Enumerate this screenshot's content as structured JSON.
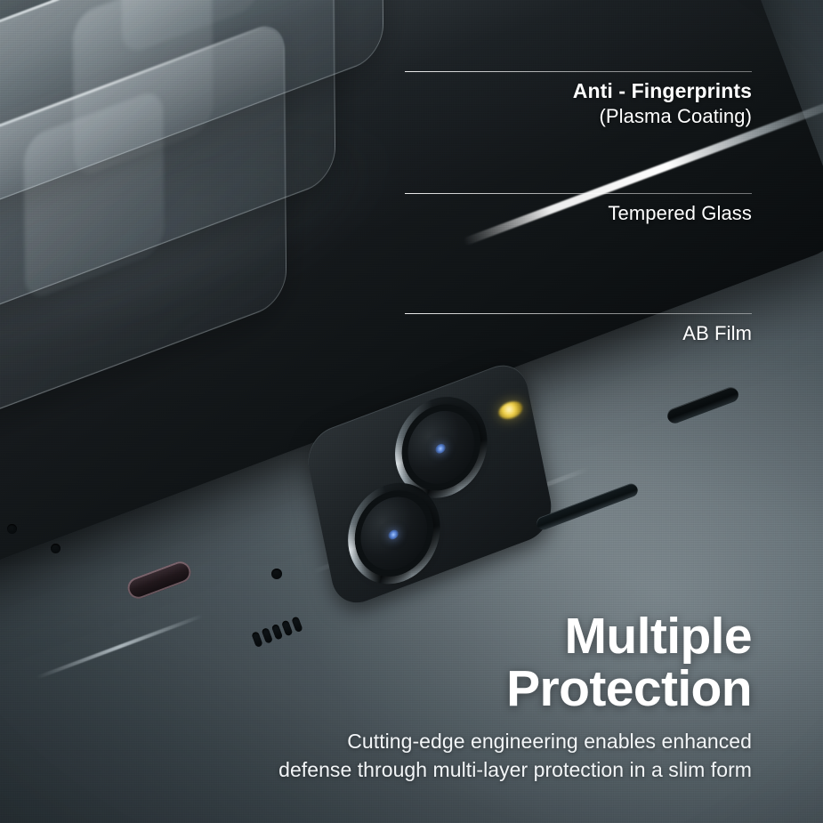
{
  "image": {
    "kind": "product-marketing-graphic",
    "subject": "smartphone screen protector layer diagram"
  },
  "palette": {
    "background_mid": "#5d686e",
    "background_dark": "#303a3e",
    "background_highlight": "#8c979d",
    "phone_body": "#15191c",
    "glass_sheet": "#b6c3ca",
    "text": "#ffffff",
    "flash_led": "#f2d24a",
    "lens_reflection": "#4f78c8",
    "usb_port_rim": "#b0929c",
    "leader_line": "#ffffff"
  },
  "callouts": [
    {
      "id": "anti-fingerprints",
      "line1": "Anti - Fingerprints",
      "line2": "(Plasma Coating)"
    },
    {
      "id": "tempered-glass",
      "line1": "Tempered Glass"
    },
    {
      "id": "ab-film",
      "line1": "AB Film"
    }
  ],
  "headline": {
    "line1": "Multiple",
    "line2": "Protection"
  },
  "subcopy": {
    "line1": "Cutting-edge engineering enables enhanced",
    "line2": "defense through multi-layer protection in a slim form"
  },
  "phone": {
    "camera_count": 2,
    "flash": "led-flash",
    "speaker_slots": 5,
    "mic_holes": 3,
    "port": "usb-c"
  },
  "layers": [
    {
      "name": "Anti - Fingerprints (Plasma Coating)",
      "order": 1
    },
    {
      "name": "Tempered Glass",
      "order": 2
    },
    {
      "name": "AB Film",
      "order": 3
    }
  ]
}
